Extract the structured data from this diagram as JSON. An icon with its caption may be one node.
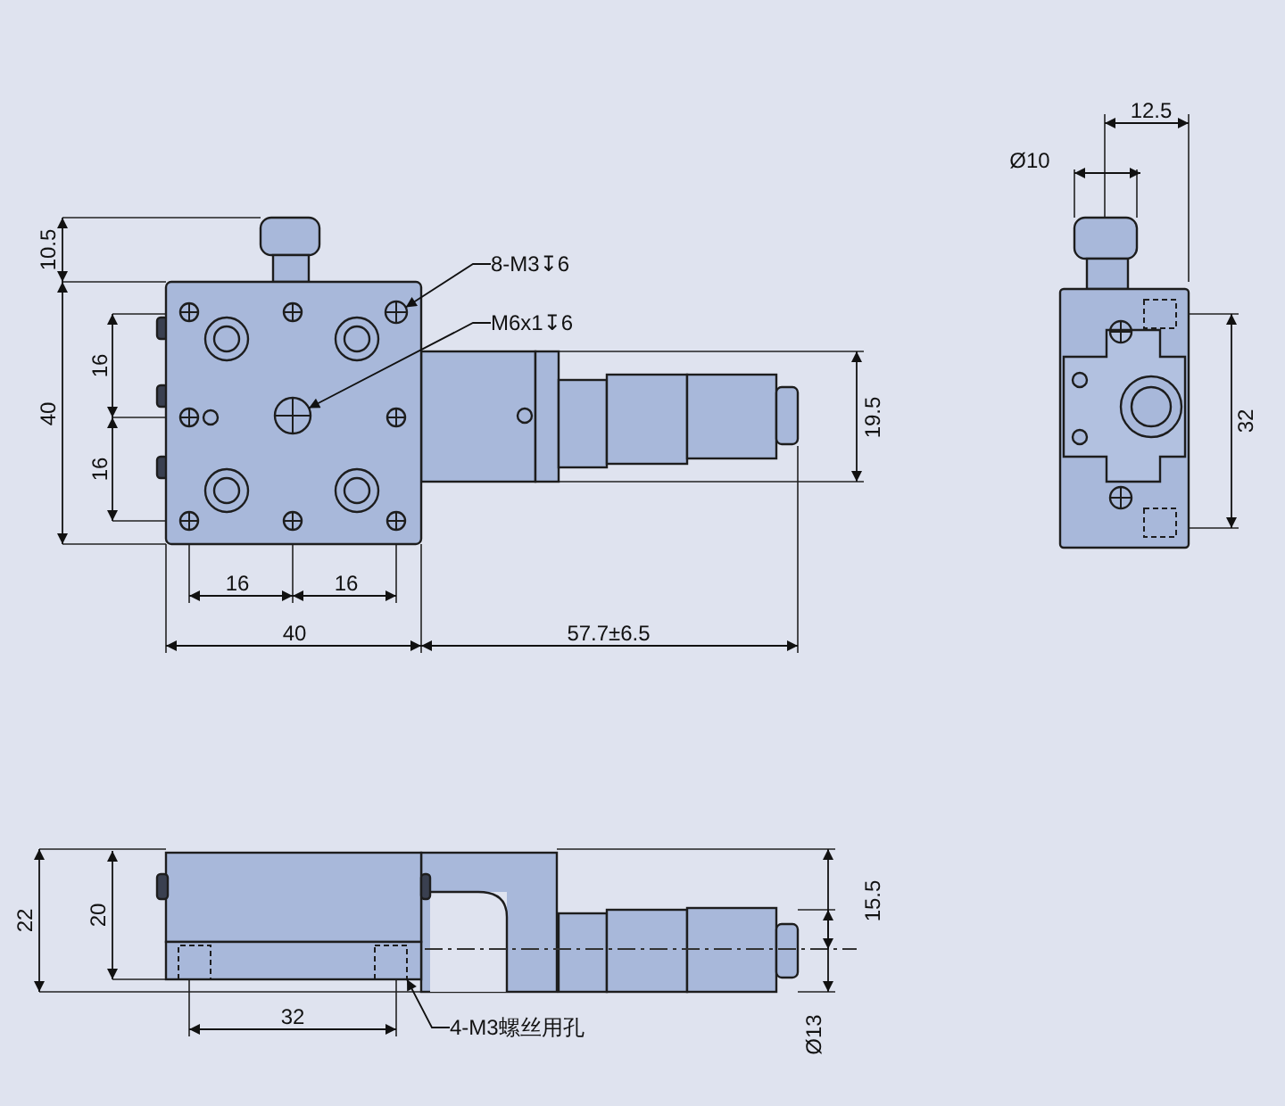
{
  "diagram": {
    "nodes": [
      {
        "text": [
          "8-M3↧6"
        ]
      },
      {
        "text": [],
        "shape": "circle"
      },
      {
        "text": [
          "M6x1↧6"
        ]
      },
      {
        "text": [],
        "shape": "circle"
      },
      {
        "text": [
          "4-M3螺丝用孔"
        ]
      },
      {
        "text": [],
        "shape": "box"
      }
    ],
    "edges": [
      {
        "from": 0,
        "to": 1,
        "arrow": "to"
      },
      {
        "from": 2,
        "to": 3,
        "arrow": "to"
      },
      {
        "from": 4,
        "to": 5,
        "arrow": "to"
      }
    ],
    "labels": [
      "12.5",
      "Ø10",
      "10.5",
      "40",
      "16",
      "16",
      "32",
      "19.5",
      "16",
      "16",
      "40",
      "57.7±6.5",
      "22",
      "20",
      "15.5",
      "32",
      "Ø13"
    ]
  }
}
